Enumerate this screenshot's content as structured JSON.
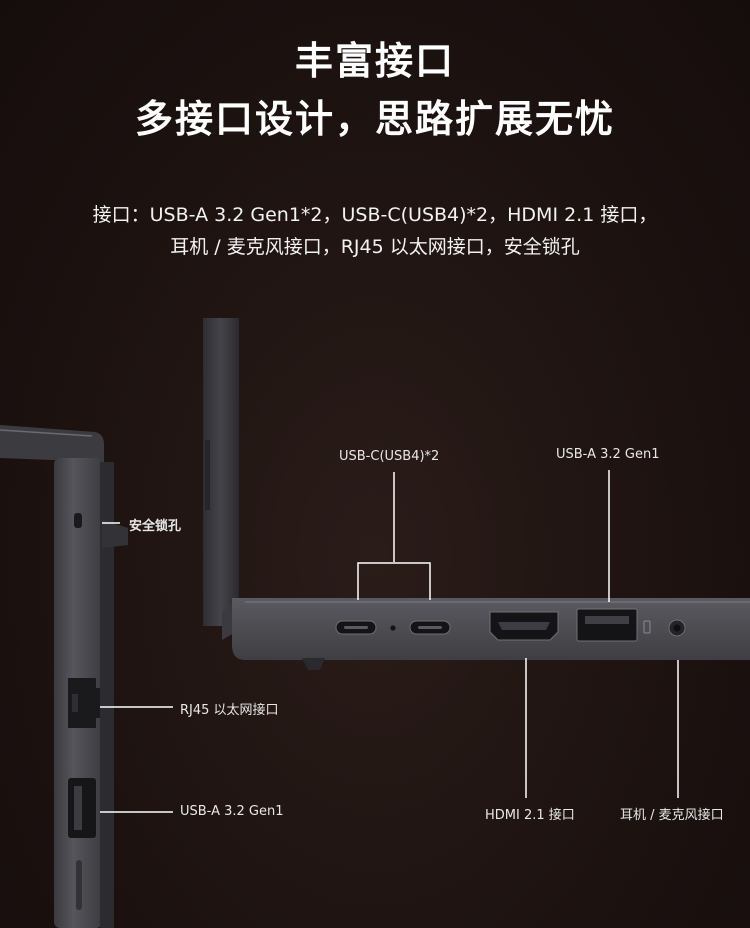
{
  "heading": {
    "line1": "丰富接口",
    "line2": "多接口设计，思路扩展无忧"
  },
  "description": {
    "line1": "接口：USB-A 3.2 Gen1*2，USB-C(USB4)*2，HDMI 2.1 接口，",
    "line2": "耳机 / 麦克风接口，RJ45 以太网接口，安全锁孔"
  },
  "callouts": {
    "lock": "安全锁孔",
    "rj45": "RJ45 以太网接口",
    "usba_left": "USB-A 3.2 Gen1",
    "usbc": "USB-C(USB4)*2",
    "usba_right": "USB-A 3.2 Gen1",
    "hdmi": "HDMI 2.1 接口",
    "audio": "耳机 / 麦克风接口"
  },
  "colors": {
    "background": "#1f1412",
    "laptop_body": "#4b4b50",
    "port_dark": "#151517",
    "callout_line": "#ffffff"
  }
}
